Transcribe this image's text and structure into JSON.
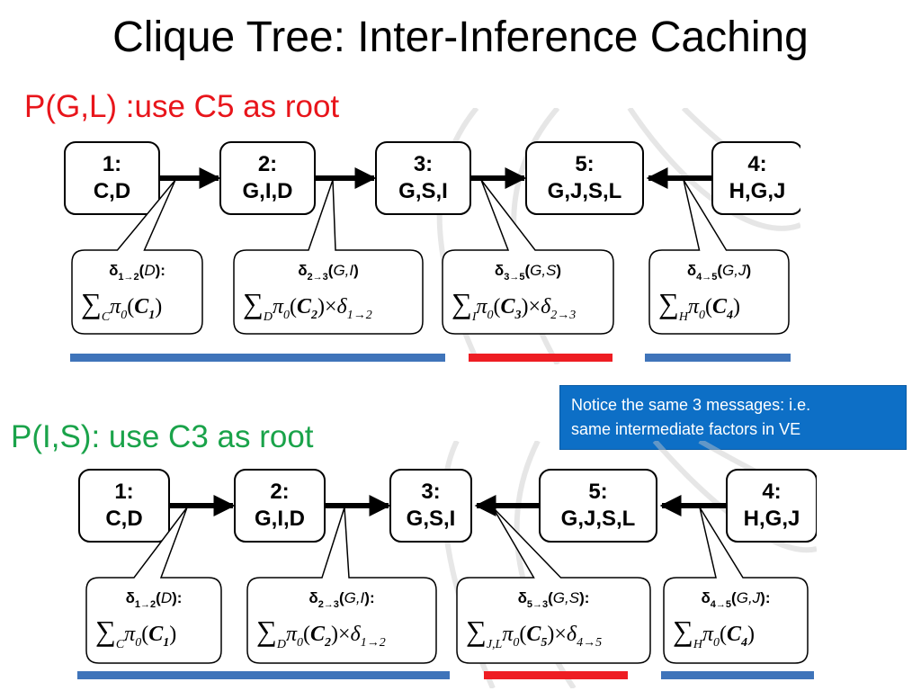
{
  "title": "Clique Tree: Inter-Inference Caching",
  "callout": {
    "line1": "Notice the same 3 messages: i.e.",
    "line2": " same intermediate factors in VE"
  },
  "colors": {
    "heading1": "#e8151b",
    "heading2": "#1aa34a",
    "shared_bar": "#3f74ba",
    "distinct_bar": "#ee1d23",
    "callout_bg": "#0d6fc6"
  },
  "diagrams": [
    {
      "heading": "P(G,L) :use C5 as root",
      "cliques": [
        {
          "id": "1",
          "label": "1:",
          "vars": "C,D"
        },
        {
          "id": "2",
          "label": "2:",
          "vars": "G,I,D"
        },
        {
          "id": "3",
          "label": "3:",
          "vars": "G,S,I"
        },
        {
          "id": "5",
          "label": "5:",
          "vars": "G,J,S,L"
        },
        {
          "id": "4",
          "label": "4:",
          "vars": "H,G,J"
        }
      ],
      "edge_directions": [
        "right",
        "right",
        "right",
        "left"
      ],
      "messages": [
        {
          "sub": "1→2",
          "args": "D",
          "colon": ":",
          "sum_index": "C",
          "clique": "1",
          "times_delta": ""
        },
        {
          "sub": "2→3",
          "args": "G,I",
          "colon": "",
          "sum_index": "D",
          "clique": "2",
          "times_delta": "1→2"
        },
        {
          "sub": "3→5",
          "args": "G,S",
          "colon": "",
          "sum_index": "I",
          "clique": "3",
          "times_delta": "2→3"
        },
        {
          "sub": "4→5",
          "args": "G,J",
          "colon": "",
          "sum_index": "H",
          "clique": "4",
          "times_delta": ""
        }
      ]
    },
    {
      "heading": "P(I,S): use C3 as root",
      "cliques": [
        {
          "id": "1",
          "label": "1:",
          "vars": "C,D"
        },
        {
          "id": "2",
          "label": "2:",
          "vars": "G,I,D"
        },
        {
          "id": "3",
          "label": "3:",
          "vars": "G,S,I"
        },
        {
          "id": "5",
          "label": "5:",
          "vars": "G,J,S,L"
        },
        {
          "id": "4",
          "label": "4:",
          "vars": "H,G,J"
        }
      ],
      "edge_directions": [
        "right",
        "right",
        "left",
        "left"
      ],
      "messages": [
        {
          "sub": "1→2",
          "args": "D",
          "colon": ":",
          "sum_index": "C",
          "clique": "1",
          "times_delta": ""
        },
        {
          "sub": "2→3",
          "args": "G,I",
          "colon": ":",
          "sum_index": "D",
          "clique": "2",
          "times_delta": "1→2"
        },
        {
          "sub": "5→3",
          "args": "G,S",
          "colon": ":",
          "sum_index": "J,L",
          "clique": "5",
          "times_delta": "4→5"
        },
        {
          "sub": "4→5",
          "args": "G,J",
          "colon": ":",
          "sum_index": "H",
          "clique": "4",
          "times_delta": ""
        }
      ]
    }
  ]
}
